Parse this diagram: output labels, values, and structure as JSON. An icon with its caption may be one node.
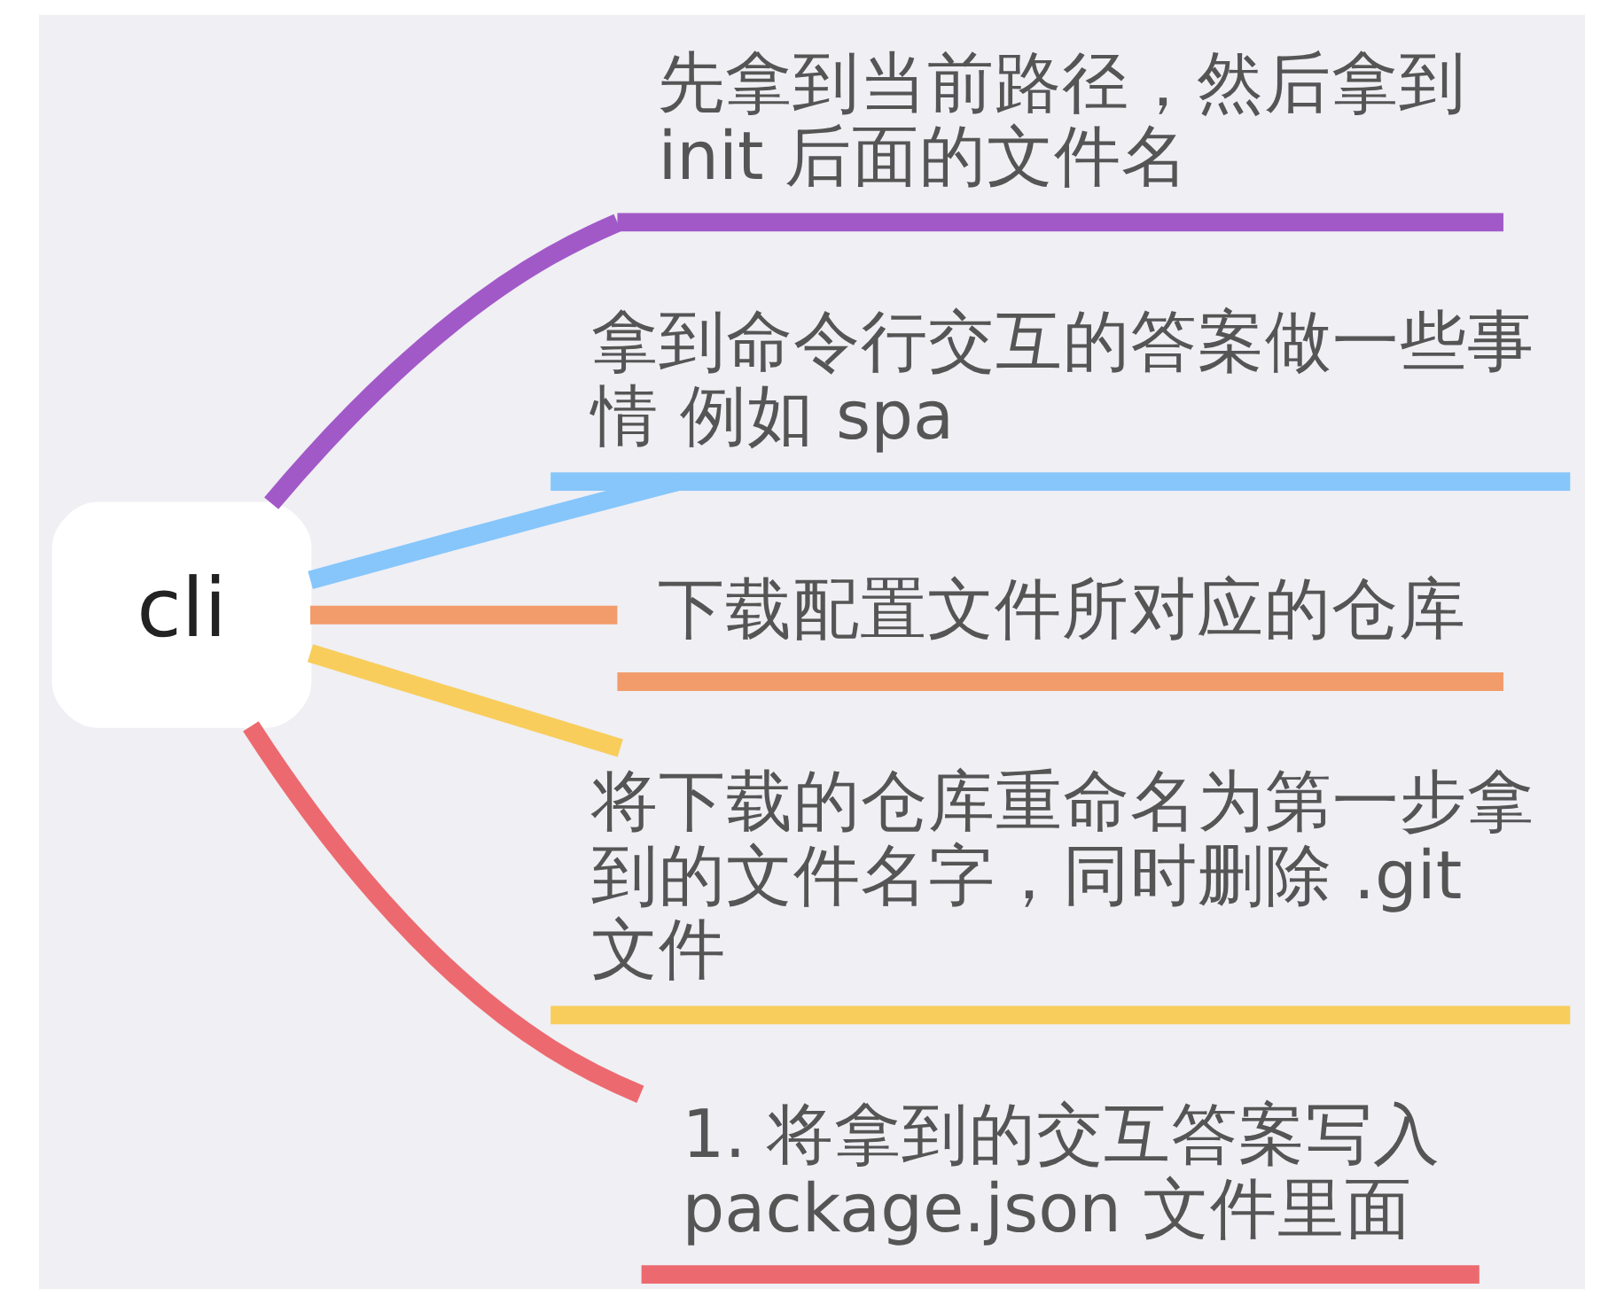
{
  "diagram": {
    "nodes": [
      {
        "text": [
          "cli"
        ]
      },
      {
        "text": [
          "先拿到当前路径，然后拿到 init 后面的文件名"
        ]
      },
      {
        "text": [
          "拿到命令行交互的答案做一些事情 例如 spa"
        ]
      },
      {
        "text": [
          "下载配置文件所对应的仓库"
        ]
      },
      {
        "text": [
          "将下载的仓库重命名为第一步拿到的文件名字，同时删除 .git 文件"
        ]
      },
      {
        "text": [
          "1. 将拿到的交互答案写入 package.json 文件里面"
        ]
      }
    ],
    "edges": [
      {
        "from": 0,
        "to": 1,
        "arrow": "none",
        "color": "#a259c8"
      },
      {
        "from": 0,
        "to": 2,
        "arrow": "none",
        "color": "#86c6fb"
      },
      {
        "from": 0,
        "to": 3,
        "arrow": "none",
        "color": "#f29c6b"
      },
      {
        "from": 0,
        "to": 4,
        "arrow": "none",
        "color": "#f8cd5b"
      },
      {
        "from": 0,
        "to": 5,
        "arrow": "none",
        "color": "#ec6a6f"
      }
    ]
  }
}
